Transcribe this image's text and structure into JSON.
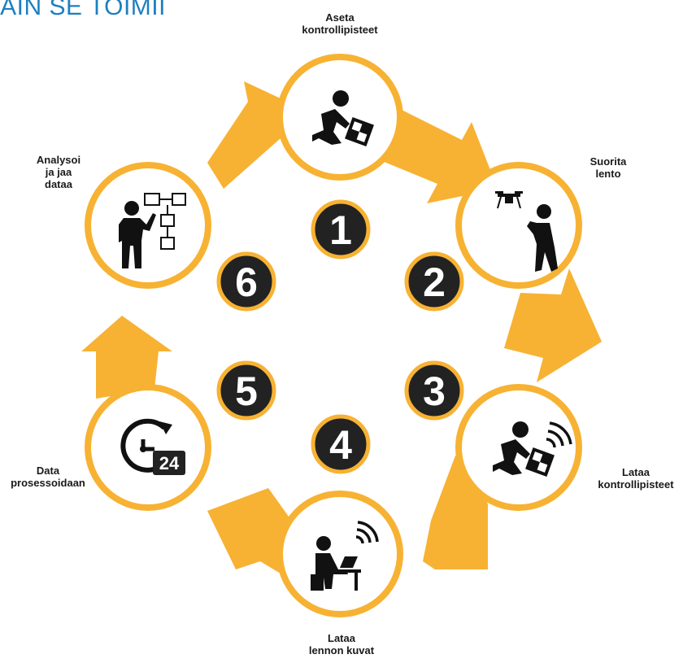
{
  "title": "NÄIN SE TOIMII",
  "colors": {
    "arrow": "#f7b233",
    "ring": "#f7b233",
    "badge": "#222222",
    "badge_text": "#ffffff",
    "title": "#1d7fc1"
  },
  "steps": [
    {
      "number": "1",
      "label_lines": [
        "Aseta",
        "kontrollipisteet"
      ],
      "icon": "person-kneeling-with-checkerboard-marker-icon"
    },
    {
      "number": "2",
      "label_lines": [
        "Suorita",
        "lento"
      ],
      "icon": "person-flying-drone-icon"
    },
    {
      "number": "3",
      "label_lines": [
        "Lataa",
        "kontrollipisteet"
      ],
      "icon": "person-uploading-marker-wifi-icon"
    },
    {
      "number": "4",
      "label_lines": [
        "Lataa",
        "lennon kuvat"
      ],
      "icon": "person-at-laptop-wifi-icon"
    },
    {
      "number": "5",
      "label_lines": [
        "Data",
        "prosessoidaan"
      ],
      "icon": "clock-24-hours-icon"
    },
    {
      "number": "6",
      "label_lines": [
        "Analysoi",
        "ja jaa",
        "dataa"
      ],
      "icon": "person-presenting-flowchart-icon"
    }
  ]
}
